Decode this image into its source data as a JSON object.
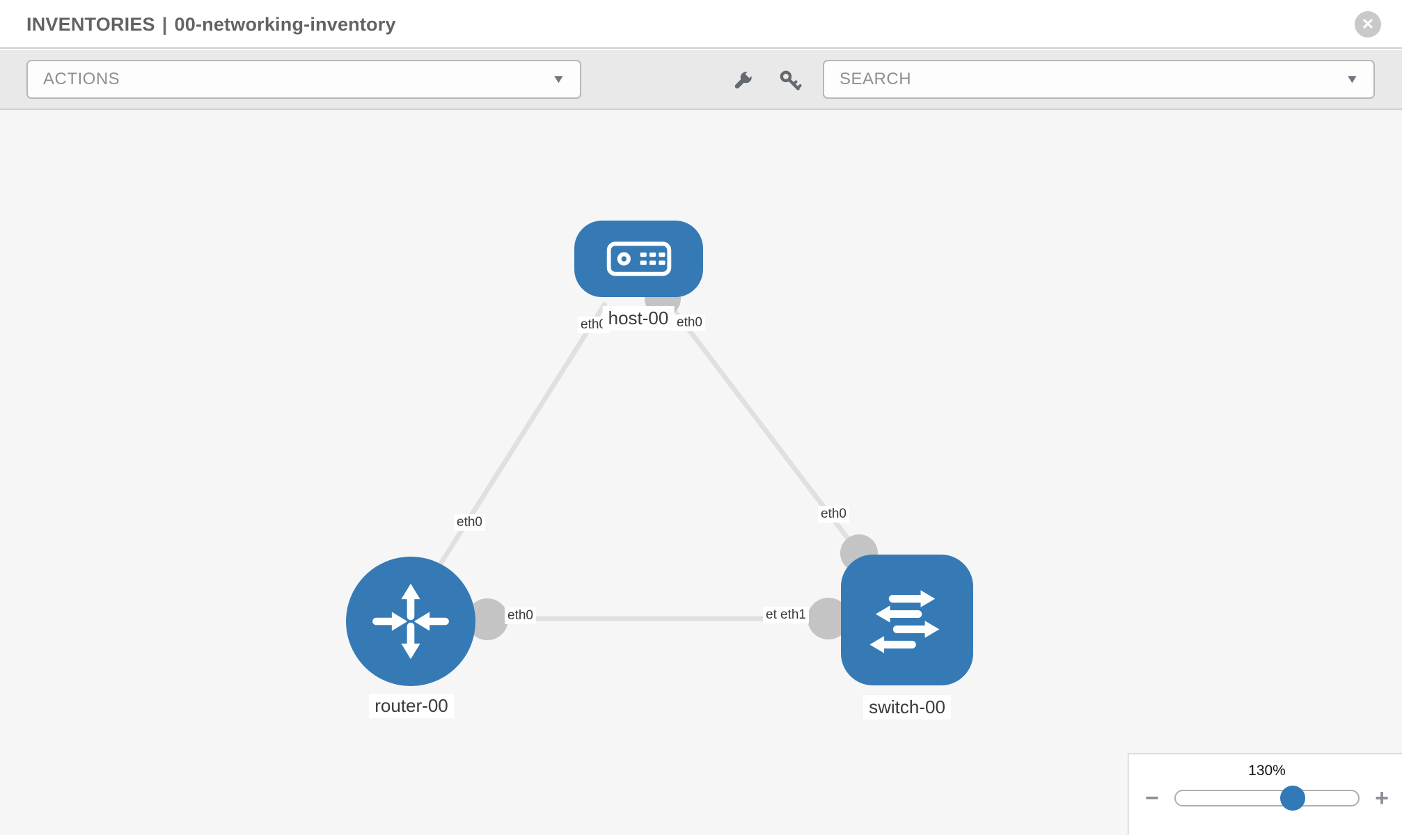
{
  "header": {
    "section": "INVENTORIES",
    "separator": "|",
    "inventory_name": "00-networking-inventory",
    "close_icon_glyph": "✕"
  },
  "toolbar": {
    "actions_placeholder": "ACTIONS",
    "search_placeholder": "SEARCH",
    "caret_glyph": "▼",
    "icons": [
      "wrench-icon",
      "key-icon"
    ]
  },
  "topology": {
    "nodes": [
      {
        "id": "host-00",
        "type": "host",
        "label": "host-00",
        "icon": "host-icon"
      },
      {
        "id": "router-00",
        "type": "router",
        "label": "router-00",
        "icon": "router-icon"
      },
      {
        "id": "switch-00",
        "type": "switch",
        "label": "switch-00",
        "icon": "switch-icon"
      }
    ],
    "links": [
      {
        "from": "host-00",
        "to": "router-00",
        "from_interface": "eth0",
        "to_interface": "eth0"
      },
      {
        "from": "host-00",
        "to": "switch-00",
        "from_interface": "eth0",
        "to_interface": "eth0"
      },
      {
        "from": "router-00",
        "to": "switch-00",
        "from_interface": "eth0",
        "to_interface": "eth1"
      }
    ],
    "interface_labels": [
      {
        "text": "eth0",
        "at": "host-00 toward router-00"
      },
      {
        "text": "eth0",
        "at": "router-00 toward host-00"
      },
      {
        "text": "eth0",
        "at": "host-00 toward switch-00"
      },
      {
        "text": "eth0",
        "at": "switch-00 toward host-00"
      },
      {
        "text": "eth0",
        "at": "router-00 toward switch-00"
      },
      {
        "text": "eth0",
        "at": "switch-00 toward router-00 (underlapped)"
      },
      {
        "text": "eth1",
        "at": "switch-00 toward router-00"
      }
    ]
  },
  "zoom_control": {
    "level": "130%",
    "minus_glyph": "−",
    "plus_glyph": "+"
  },
  "colors": {
    "node_blue": "#367ab5",
    "link_gray": "#e0e0e0",
    "connector_gray": "#c4c4c4",
    "toolbar_bg": "#e9e9e9",
    "canvas_bg": "#f6f6f6",
    "slider_handle_blue": "#3279b7"
  }
}
